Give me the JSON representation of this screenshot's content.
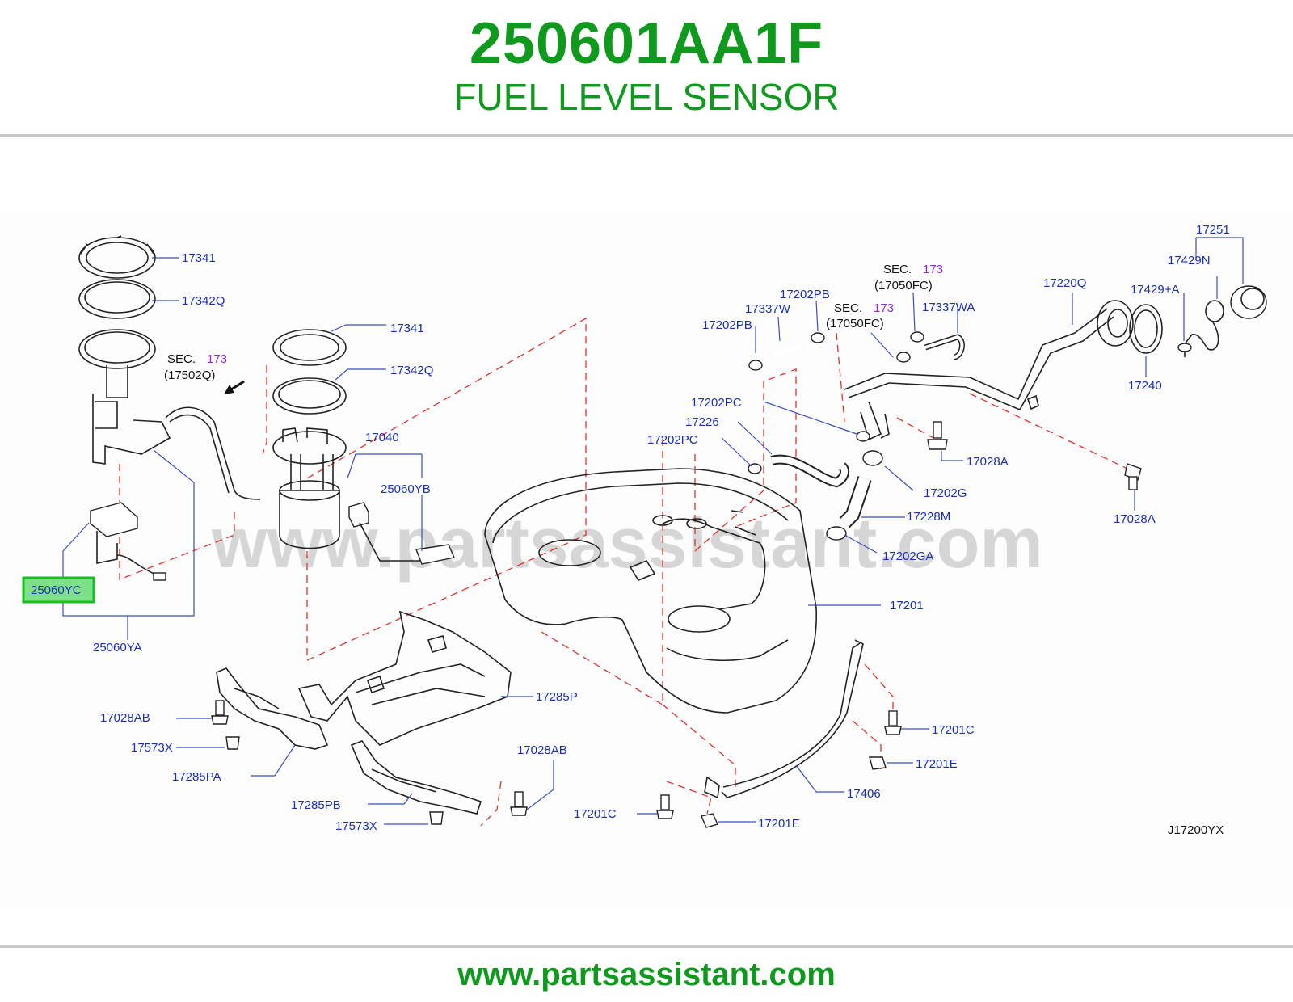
{
  "header": {
    "part_number": "250601AA1F",
    "part_name": "FUEL LEVEL SENSOR"
  },
  "diagram": {
    "highlighted_label": "25060YC",
    "watermark": "www.partsassistant.com",
    "diagram_code": "J17200YX",
    "sections": [
      {
        "prefix": "SEC.",
        "number": "173",
        "ref": "(17502Q)"
      },
      {
        "prefix": "SEC.",
        "number": "173",
        "ref": "(17050FC)"
      },
      {
        "prefix": "SEC.",
        "number": "173",
        "ref": "(17050FC)"
      }
    ],
    "labels": [
      "17341",
      "17342Q",
      "17341",
      "17342Q",
      "17040",
      "25060YB",
      "25060YA",
      "17202PB",
      "17337W",
      "17202PB",
      "17337WA",
      "17220Q",
      "17251",
      "17429N",
      "17429+A",
      "17240",
      "17202PC",
      "17226",
      "17202PC",
      "17028A",
      "17202G",
      "17228M",
      "17202GA",
      "17028A",
      "17201",
      "17285P",
      "17028AB",
      "17573X",
      "17285PA",
      "17285PB",
      "17573X",
      "17028AB",
      "17201C",
      "17201E",
      "17201C",
      "17201E",
      "17406"
    ]
  },
  "footer": {
    "url": "www.partsassistant.com"
  },
  "colors": {
    "brand_green": "#0f9a1e",
    "label_blue": "#1a2fb5",
    "section_purple": "#8a2bd6",
    "guide_red": "#e0322a",
    "highlight_green": "#16c21e"
  }
}
